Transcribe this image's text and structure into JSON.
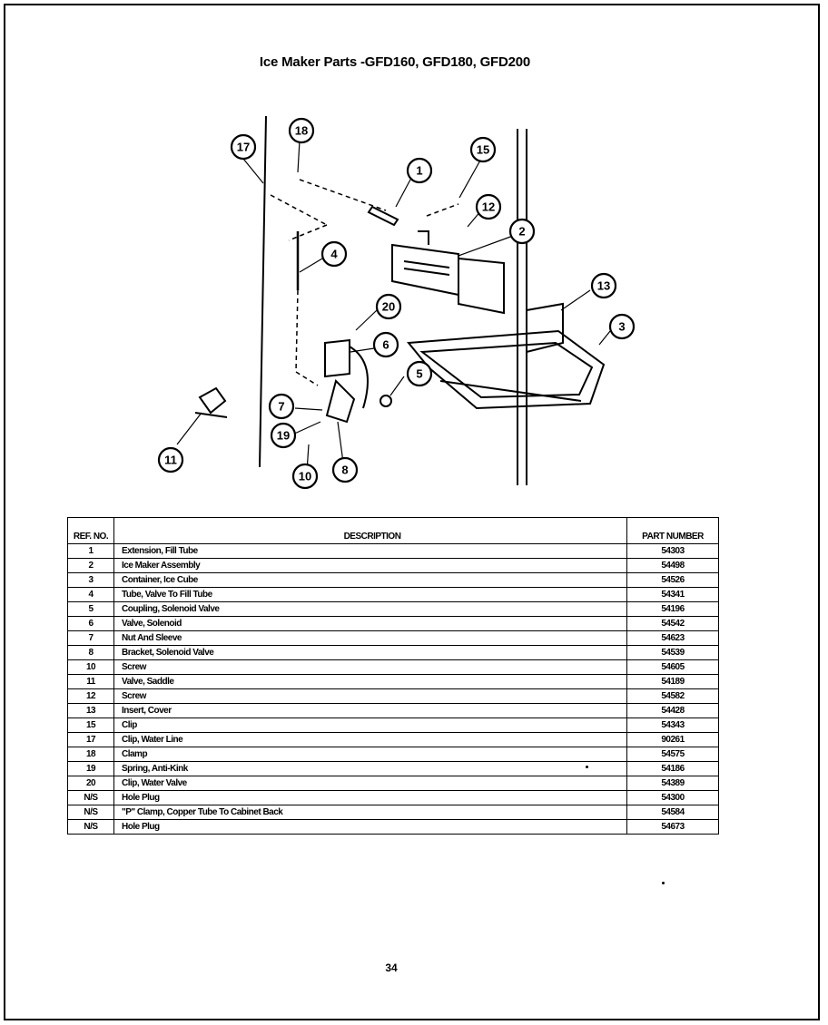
{
  "page": {
    "title": "Ice Maker Parts -GFD160, GFD180, GFD200",
    "page_number": "34"
  },
  "diagram": {
    "callouts": [
      "17",
      "18",
      "1",
      "15",
      "12",
      "2",
      "4",
      "13",
      "20",
      "6",
      "3",
      "5",
      "7",
      "19",
      "8",
      "10",
      "11"
    ]
  },
  "table": {
    "headers": {
      "ref": "REF. NO.",
      "description": "DESCRIPTION",
      "part": "PART NUMBER"
    },
    "rows": [
      {
        "ref": "1",
        "description": "Extension, Fill Tube",
        "part": "54303"
      },
      {
        "ref": "2",
        "description": "Ice Maker Assembly",
        "part": "54498"
      },
      {
        "ref": "3",
        "description": "Container, Ice Cube",
        "part": "54526"
      },
      {
        "ref": "4",
        "description": "Tube, Valve To Fill Tube",
        "part": "54341"
      },
      {
        "ref": "5",
        "description": "Coupling, Solenoid Valve",
        "part": "54196"
      },
      {
        "ref": "6",
        "description": "Valve, Solenoid",
        "part": "54542"
      },
      {
        "ref": "7",
        "description": "Nut And Sleeve",
        "part": "54623"
      },
      {
        "ref": "8",
        "description": "Bracket, Solenoid Valve",
        "part": "54539"
      },
      {
        "ref": "10",
        "description": "Screw",
        "part": "54605"
      },
      {
        "ref": "11",
        "description": "Valve, Saddle",
        "part": "54189"
      },
      {
        "ref": "12",
        "description": "Screw",
        "part": "54582"
      },
      {
        "ref": "13",
        "description": "Insert, Cover",
        "part": "54428"
      },
      {
        "ref": "15",
        "description": "Clip",
        "part": "54343"
      },
      {
        "ref": "17",
        "description": "Clip, Water Line",
        "part": "90261"
      },
      {
        "ref": "18",
        "description": "Clamp",
        "part": "54575"
      },
      {
        "ref": "19",
        "description": "Spring, Anti-Kink",
        "part": "54186"
      },
      {
        "ref": "20",
        "description": "Clip, Water Valve",
        "part": "54389"
      },
      {
        "ref": "N/S",
        "description": "Hole Plug",
        "part": "54300"
      },
      {
        "ref": "N/S",
        "description": "\"P\" Clamp, Copper Tube To Cabinet Back",
        "part": "54584"
      },
      {
        "ref": "N/S",
        "description": "Hole Plug",
        "part": "54673"
      }
    ]
  }
}
